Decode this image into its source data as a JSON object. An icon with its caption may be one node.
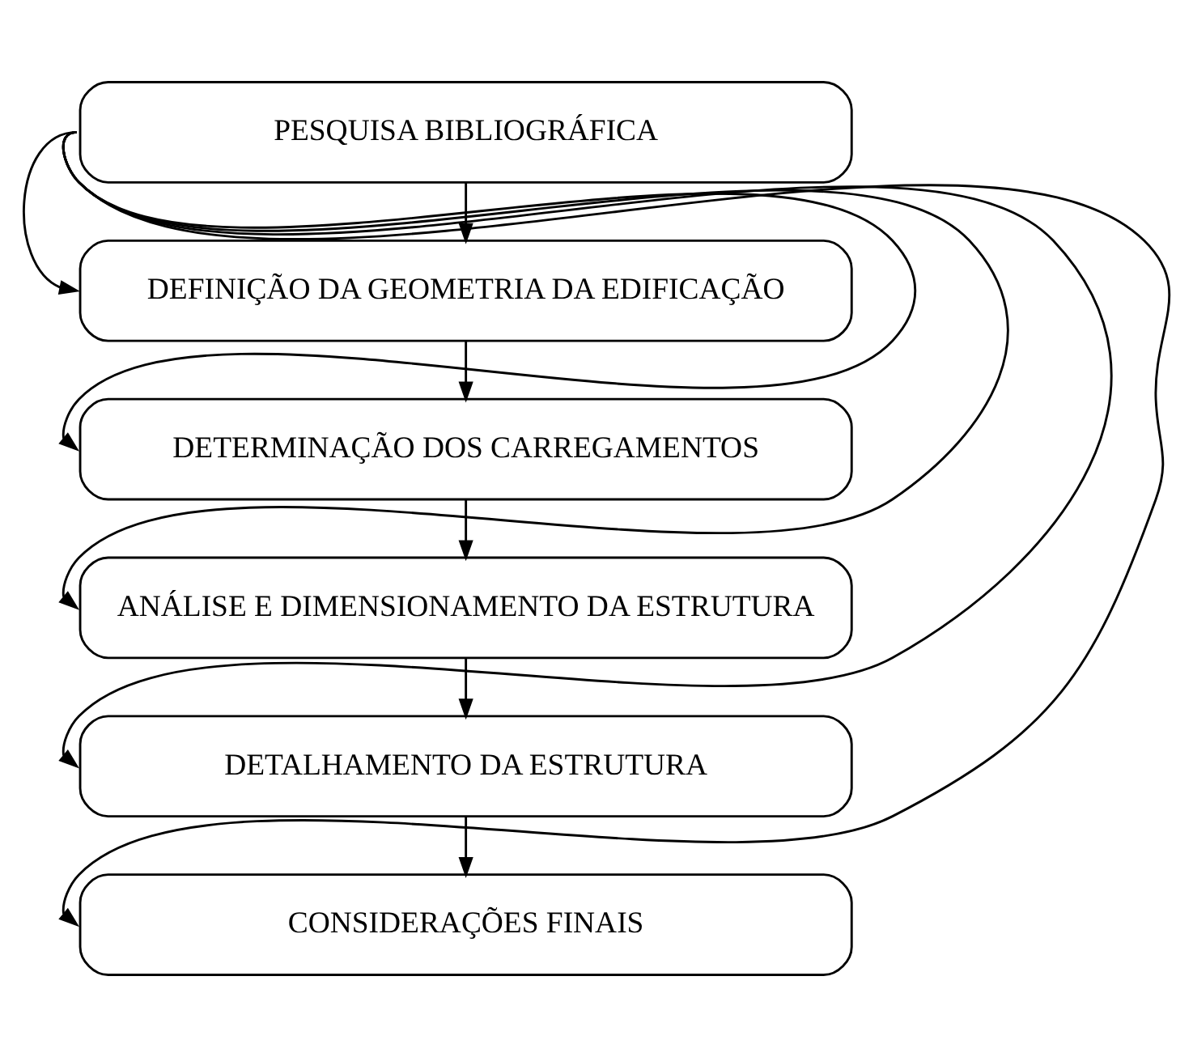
{
  "diagram": {
    "nodes": [
      {
        "text": [
          "PESQUISA BIBLIOGRÁFICA"
        ]
      },
      {
        "text": [
          "DEFINIÇÃO DA GEOMETRIA DA EDIFICAÇÃO"
        ]
      },
      {
        "text": [
          "DETERMINAÇÃO DOS CARREGAMENTOS"
        ]
      },
      {
        "text": [
          "ANÁLISE E DIMENSIONAMENTO DA ESTRUTURA"
        ]
      },
      {
        "text": [
          "DETALHAMENTO DA ESTRUTURA"
        ]
      },
      {
        "text": [
          "CONSIDERAÇÕES FINAIS"
        ]
      }
    ],
    "edges": [
      {
        "from": 0,
        "to": 1,
        "arrow": "to"
      },
      {
        "from": 1,
        "to": 2,
        "arrow": "to"
      },
      {
        "from": 2,
        "to": 3,
        "arrow": "to"
      },
      {
        "from": 3,
        "to": 4,
        "arrow": "to"
      },
      {
        "from": 4,
        "to": 5,
        "arrow": "to"
      },
      {
        "from": 0,
        "to": 1,
        "arrow": "to"
      },
      {
        "from": 0,
        "to": 2,
        "arrow": "to"
      },
      {
        "from": 0,
        "to": 3,
        "arrow": "to"
      },
      {
        "from": 0,
        "to": 4,
        "arrow": "to"
      },
      {
        "from": 0,
        "to": 5,
        "arrow": "to"
      }
    ]
  }
}
